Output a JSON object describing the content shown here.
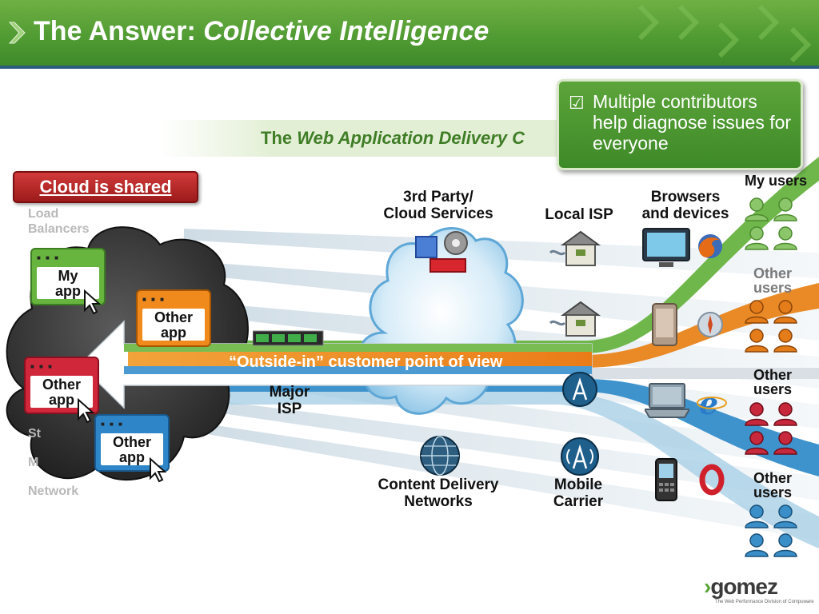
{
  "header": {
    "title_plain": "The Answer: ",
    "title_italic": "Collective Intelligence"
  },
  "callout": {
    "check_icon": "checkbox-icon",
    "text": "Multiple contributors help diagnose issues for everyone"
  },
  "banner": {
    "plain": "The ",
    "italic": "Web Application Delivery C"
  },
  "badge": {
    "label": "Cloud is shared"
  },
  "arrow": {
    "label": "“Outside-in” customer point of view"
  },
  "left_labels": [
    "Load",
    "Balancers",
    "St",
    "M",
    "Network"
  ],
  "apps": {
    "my_app": {
      "line1": "My",
      "line2": "app"
    },
    "other_app_orange": {
      "line1": "Other",
      "line2": "app"
    },
    "other_app_red": {
      "line1": "Other",
      "line2": "app"
    },
    "other_app_blue": {
      "line1": "Other",
      "line2": "app"
    }
  },
  "nodes": {
    "third_party": {
      "line1": "3rd Party/",
      "line2": "Cloud Services"
    },
    "local_isp": {
      "label": "Local ISP"
    },
    "browsers": {
      "line1": "Browsers",
      "line2": "and devices"
    },
    "major_isp": {
      "line1": "Major",
      "line2": "ISP"
    },
    "cdn": {
      "line1": "Content Delivery",
      "line2": "Networks"
    },
    "mobile": {
      "line1": "Mobile",
      "line2": "Carrier"
    }
  },
  "users": {
    "my_users": "My users",
    "other_users_1": {
      "line1": "Other",
      "line2": "users"
    },
    "other_users_2": {
      "line1": "Other",
      "line2": "users"
    },
    "other_users_3": {
      "line1": "Other",
      "line2": "users"
    }
  },
  "logo": {
    "name": "gomez",
    "tagline": "The Web Performance Division of Compuware"
  },
  "colors": {
    "green": "#5aa538",
    "orange": "#e57c1a",
    "blue": "#3a8fc8",
    "red": "#c8283c",
    "header": "#4f9a32"
  }
}
